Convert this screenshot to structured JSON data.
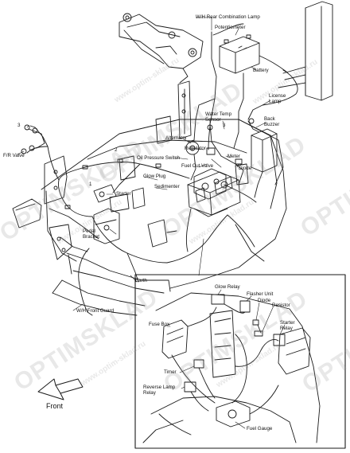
{
  "labels": {
    "wh_rear_combination_lamp": "W/H Rear Combination Lamp",
    "potentiometer": "Potentiometer",
    "battery": "Battery",
    "license_lamp": "License\nLamp",
    "back_buzzer": "Back\nBuzzer",
    "water_temp_sensor": "Water Temp\nSensor",
    "alternator": "Alternator",
    "regulator": "Regulator",
    "oil_pressure_switch": "Oil Pressure Switch",
    "fuel_cut_valve": "Fuel Cut Valve",
    "diode_main": "Diode",
    "meter": "Meter",
    "glow_plug": "Glow Plug",
    "sedimenter": "Sedimenter",
    "starter": "Starter",
    "fr_valve": "F/R Valve",
    "pedal_bracket": "Pedal\nBracket",
    "earth": "Earth",
    "wh_front_guard": "W/H Front Guard",
    "num_3": "3",
    "num_1": "1",
    "num_2": "2",
    "glow_relay": "Glow Relay",
    "flasher_unit": "Flasher Unit",
    "diode_inset": "Diode",
    "resistor": "Resistor",
    "fuse_box": "Fuse Box",
    "starter_relay": "Starter\nRelay",
    "timer": "Timer",
    "reverse_lamp_relay": "Reverse Lamp\nRelay",
    "fuel_gauge": "Fuel Gauge",
    "front": "Front"
  },
  "watermark": {
    "brand": "OPTIMSKLAD",
    "url": "www.optim-sklad.ru"
  },
  "colors": {
    "line": "#1a1a1a",
    "watermark": "#9a9a9a"
  }
}
